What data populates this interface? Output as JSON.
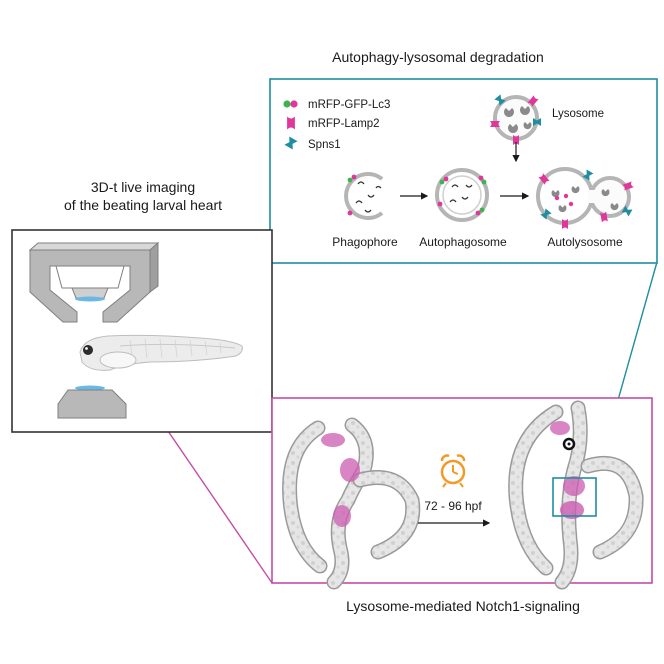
{
  "top_panel": {
    "title": "Autophagy-lysosomal degradation",
    "legend": [
      {
        "label": "mRFP-GFP-Lc3",
        "icon": "dots-icon"
      },
      {
        "label": "mRFP-Lamp2",
        "icon": "lamp2-icon"
      },
      {
        "label": "Spns1",
        "icon": "spns1-icon"
      }
    ],
    "lysosome_label": "Lysosome",
    "stages": [
      "Phagophore",
      "Autophagosome",
      "Autolysosome"
    ]
  },
  "left_panel": {
    "title_line1": "3D-t live imaging",
    "title_line2": "of the beating larval heart"
  },
  "bottom_panel": {
    "timepoint": "72 - 96 hpf",
    "caption": "Lysosome-mediated Notch1-signaling"
  },
  "colors": {
    "teal": "#1f8ea0",
    "magenta": "#c54ea6",
    "pink": "#e0379a",
    "green": "#3fb34f",
    "orange": "#f29a24",
    "gray": "#8a8a8a"
  }
}
